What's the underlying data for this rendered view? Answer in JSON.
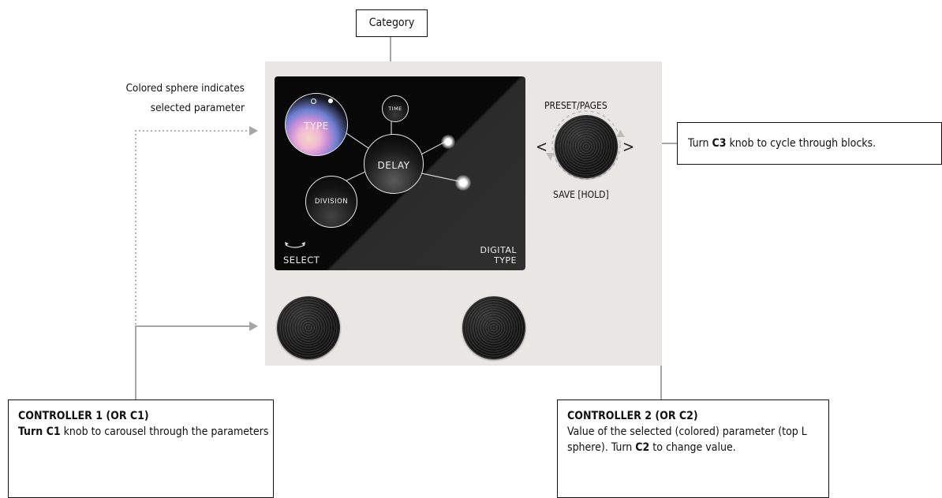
{
  "category_label": "Category",
  "sphere_note": {
    "line1": "Colored sphere indicates",
    "line2": "selected parameter"
  },
  "screen": {
    "type_label": "TYPE",
    "time_label": "TIME",
    "delay_label": "DELAY",
    "division_label": "DIVISION",
    "select_label": "SELECT",
    "value_label_1": "DIGITAL",
    "value_label_2": "TYPE"
  },
  "c3": {
    "top_label": "PRESET/PAGES",
    "bottom_label": "SAVE [HOLD]",
    "left_chevron": "<",
    "right_chevron": ">",
    "callout_pre": "Turn ",
    "callout_bold": "C3",
    "callout_post": " knob to cycle through blocks."
  },
  "controller1": {
    "title": "CONTROLLER 1 (OR C1)",
    "bold": "Turn C1",
    "text": " knob to carousel through the parameters"
  },
  "controller2": {
    "title": "CONTROLLER 2 (OR C2)",
    "text1": "Value of the selected (colored) parameter (top L sphere). Turn ",
    "bold": "C2",
    "text2": " to change value."
  },
  "colors": {
    "panel": "#e9e7e3",
    "screen": "#080808",
    "arrow_gray": "#a6a6a6",
    "dotted": "#b3b3b3"
  }
}
